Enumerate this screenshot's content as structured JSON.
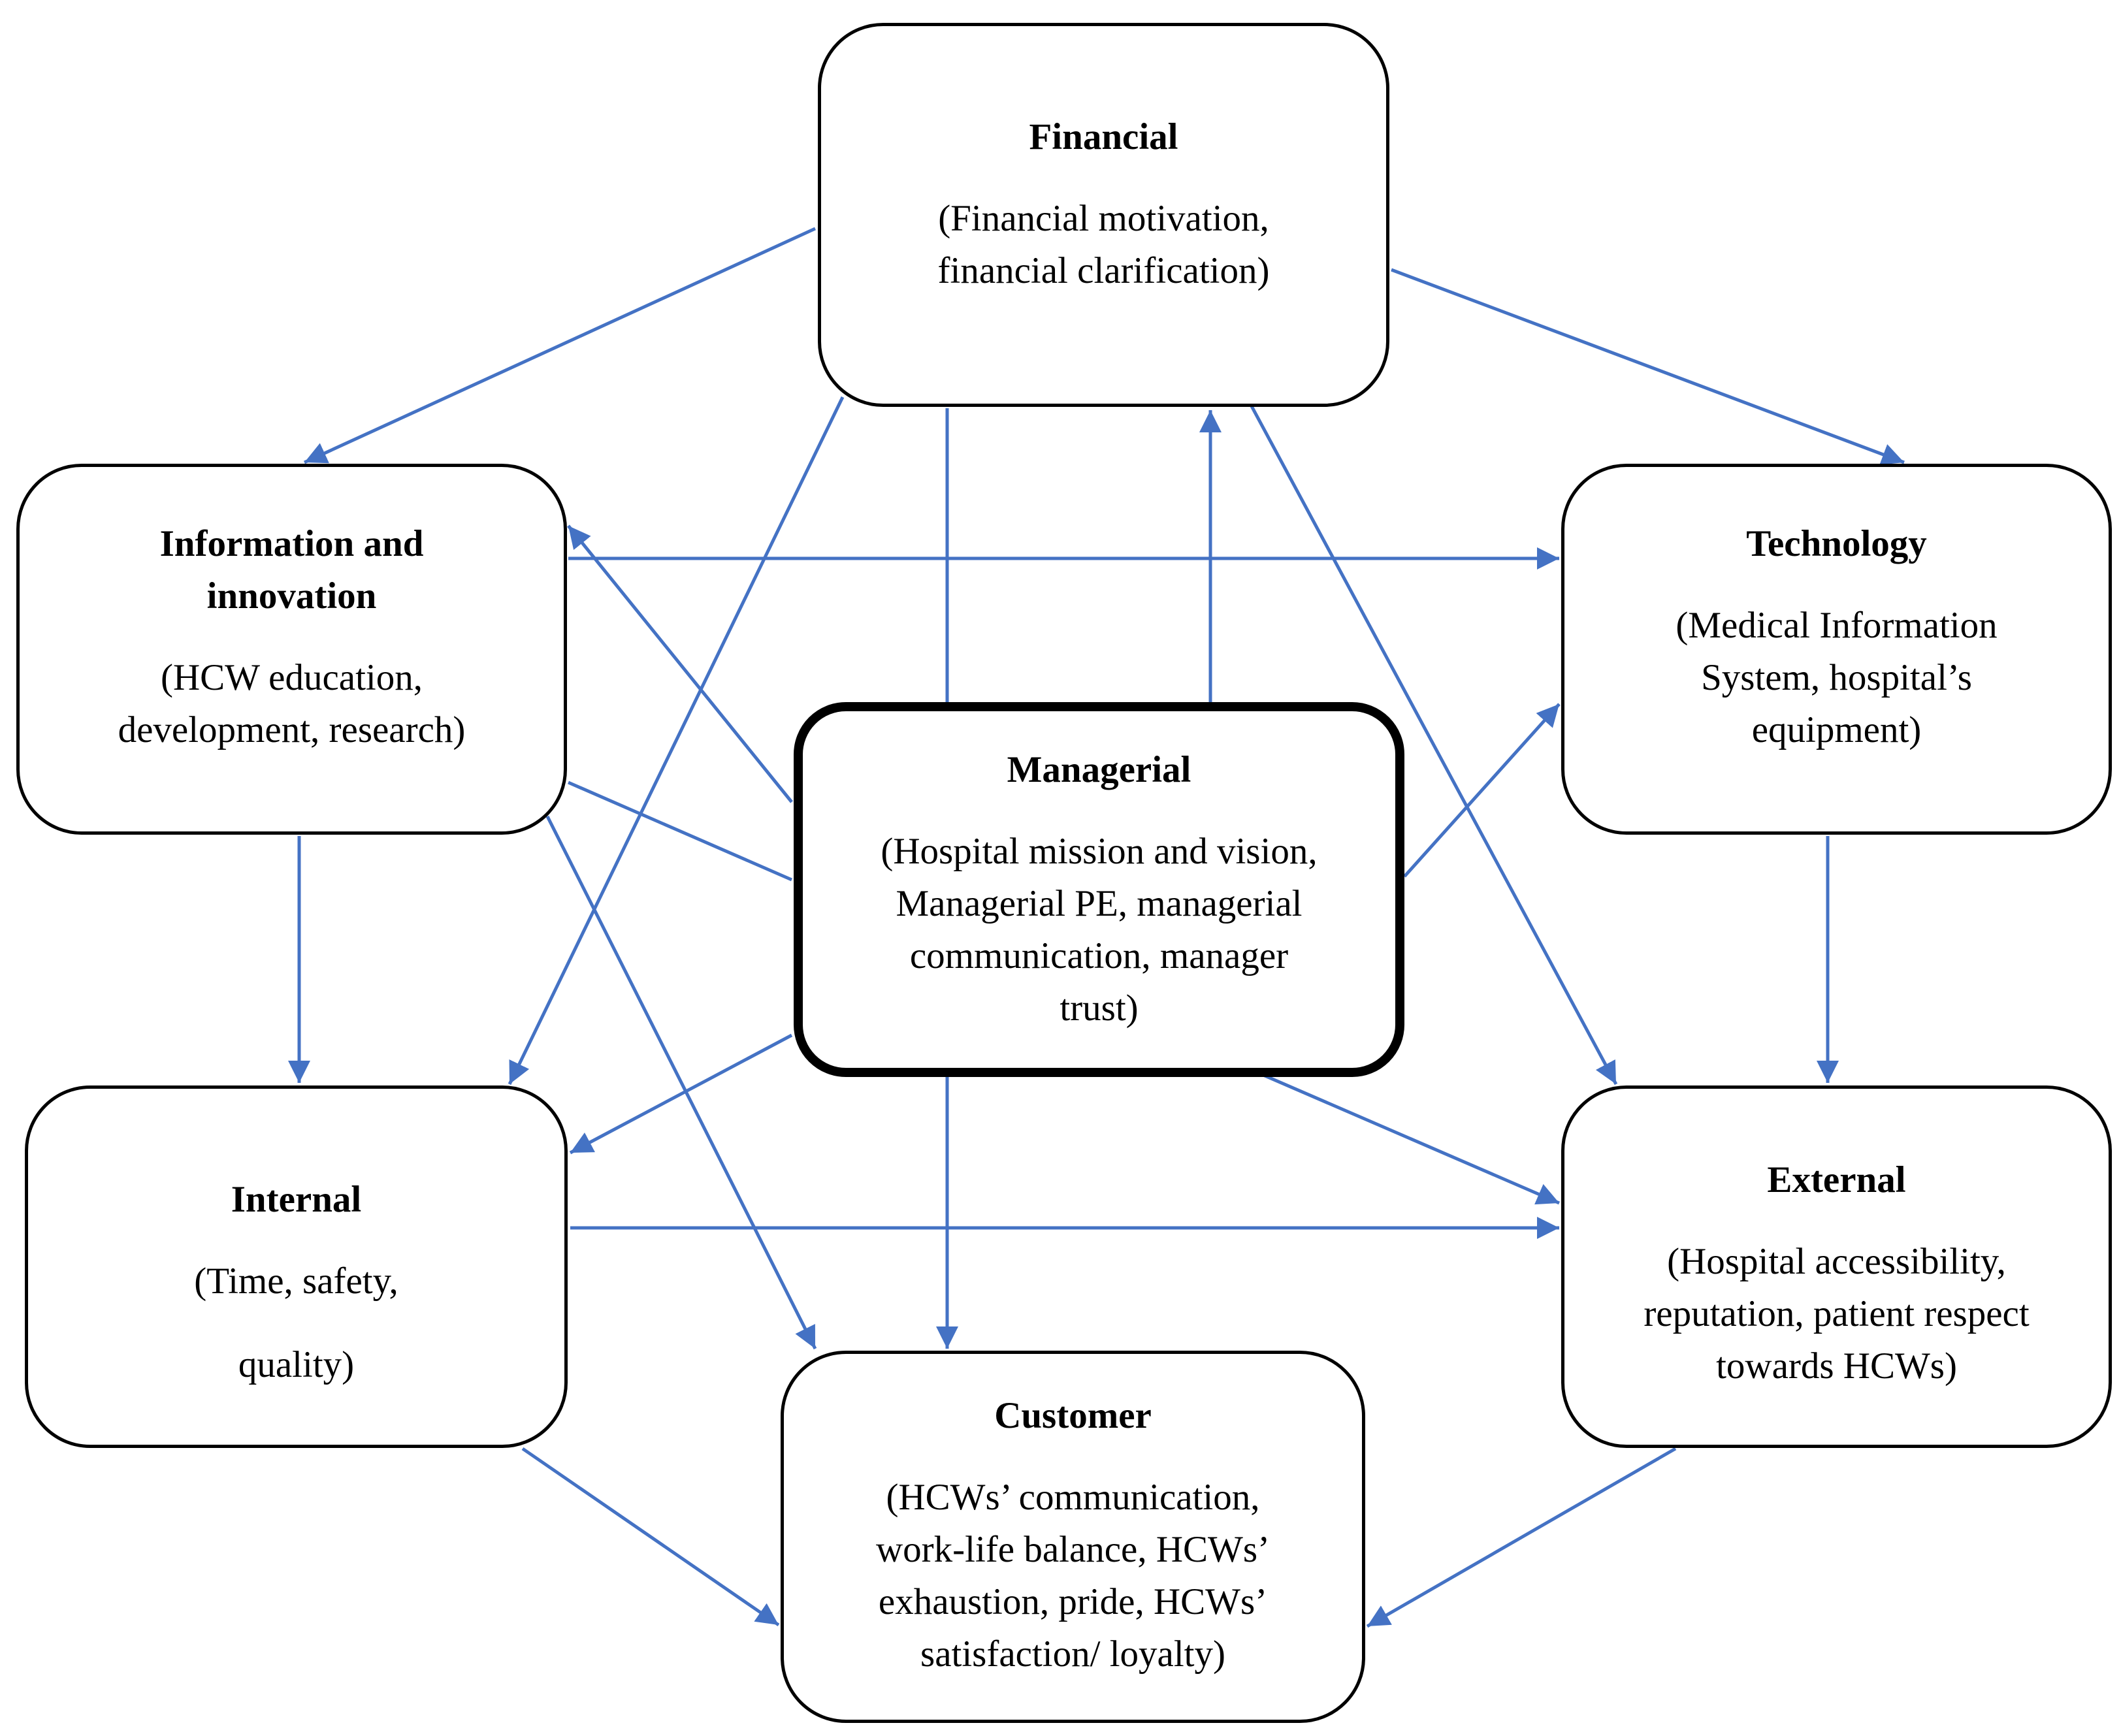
{
  "nodes": {
    "financial": {
      "title": "Financial",
      "desc": [
        "(Financial motivation,",
        "financial clarification)"
      ]
    },
    "info": {
      "title": [
        "Information and",
        "innovation"
      ],
      "desc": [
        "(HCW education,",
        "development, research)"
      ]
    },
    "technology": {
      "title": "Technology",
      "desc": [
        "(Medical Information",
        "System, hospital’s",
        "equipment)"
      ]
    },
    "managerial": {
      "title": "Managerial",
      "desc": [
        "(Hospital mission and vision,",
        "Managerial PE, managerial",
        "communication, manager",
        "trust)"
      ]
    },
    "internal": {
      "title": "Internal",
      "desc": [
        "(Time, safety,",
        "quality)"
      ]
    },
    "external": {
      "title": "External",
      "desc": [
        "(Hospital accessibility,",
        "reputation, patient respect",
        "towards HCWs)"
      ]
    },
    "customer": {
      "title": "Customer",
      "desc": [
        "(HCWs’ communication,",
        "work-life balance, HCWs’",
        "exhaustion, pride, HCWs’",
        "satisfaction/ loyalty)"
      ]
    }
  },
  "edges": [
    {
      "from": "financial",
      "to": "info"
    },
    {
      "from": "financial",
      "to": "technology"
    },
    {
      "from": "financial",
      "to": "internal"
    },
    {
      "from": "financial",
      "to": "external"
    },
    {
      "from": "financial",
      "to": "customer"
    },
    {
      "from": "managerial",
      "to": "financial"
    },
    {
      "from": "managerial",
      "to": "info"
    },
    {
      "from": "info",
      "to": "technology"
    },
    {
      "from": "info",
      "to": "internal"
    },
    {
      "from": "info",
      "to": "customer"
    },
    {
      "from": "info",
      "to": "managerial"
    },
    {
      "from": "managerial",
      "to": "technology"
    },
    {
      "from": "managerial",
      "to": "internal"
    },
    {
      "from": "managerial",
      "to": "customer"
    },
    {
      "from": "managerial",
      "to": "external"
    },
    {
      "from": "technology",
      "to": "external"
    },
    {
      "from": "internal",
      "to": "external"
    },
    {
      "from": "internal",
      "to": "customer"
    },
    {
      "from": "external",
      "to": "customer"
    }
  ],
  "colors": {
    "arrow": "#4472C4",
    "border": "#000000"
  }
}
